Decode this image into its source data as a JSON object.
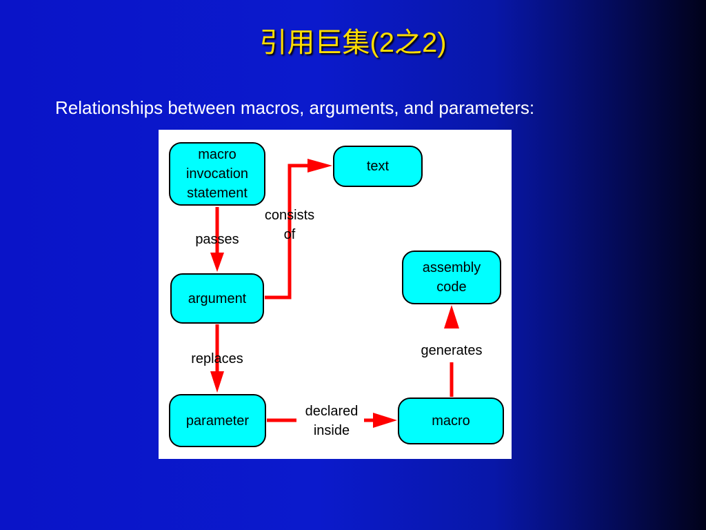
{
  "slide": {
    "title": "引用巨集(2之2)",
    "subtitle": "Relationships between macros, arguments, and parameters:"
  },
  "diagram": {
    "nodes": {
      "macro_invocation": "macro\ninvocation\nstatement",
      "text": "text",
      "argument": "argument",
      "parameter": "parameter",
      "macro": "macro",
      "assembly_code": "assembly\ncode"
    },
    "edges": {
      "passes": "passes",
      "consists_of": "consists\nof",
      "replaces": "replaces",
      "declared_inside": "declared\ninside",
      "generates": "generates"
    }
  },
  "colors": {
    "node_fill": "#00ffff",
    "arrow": "#ff0000",
    "title": "#ffdd00"
  }
}
